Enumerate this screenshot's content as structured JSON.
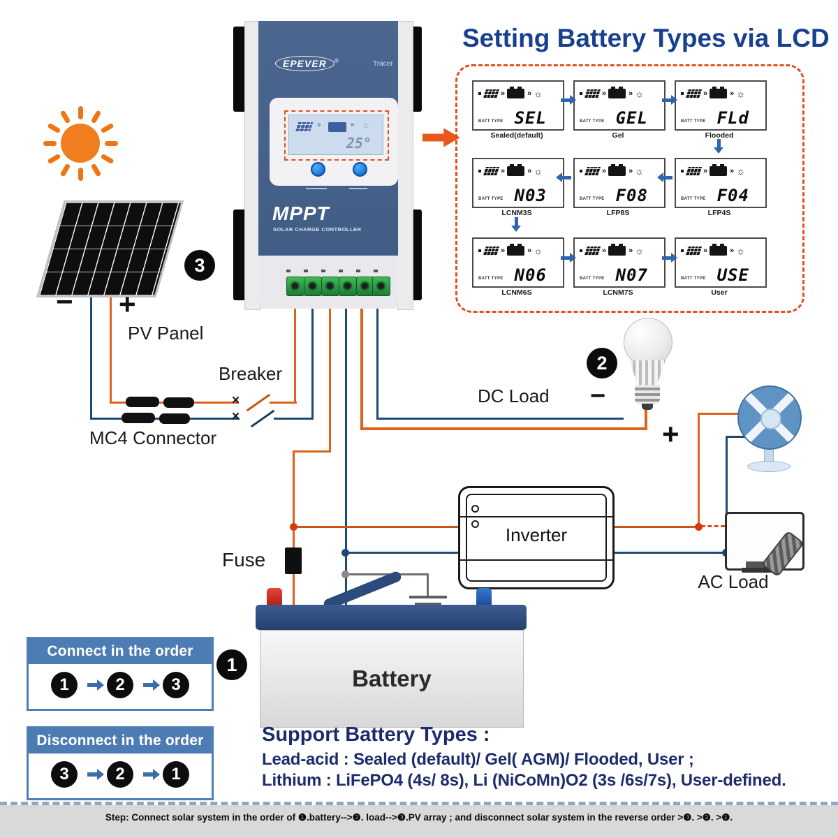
{
  "title": "Setting Battery Types via LCD",
  "icons": {
    "chevrons": "»",
    "sun_glyph": "☼",
    "x_mark": "×"
  },
  "controller": {
    "brand": "EPEVER",
    "reg": "®",
    "series": "Tracer",
    "lcd_temp": "25°",
    "model_label": "MPPT",
    "model_sub": "SOLAR CHARGE CONTROLLER"
  },
  "lcd_box": {
    "batt_type_label": "BATT TYPE",
    "rows": [
      {
        "cells": [
          {
            "value": "SEL",
            "label": "Sealed(default)"
          },
          {
            "value": "GEL",
            "label": "Gel"
          },
          {
            "value": "FLd",
            "label": "Flooded"
          }
        ]
      },
      {
        "cells": [
          {
            "value": "N03",
            "label": "LCNM3S"
          },
          {
            "value": "F08",
            "label": "LFP8S"
          },
          {
            "value": "F04",
            "label": "LFP4S"
          }
        ]
      },
      {
        "cells": [
          {
            "value": "N06",
            "label": "LCNM6S"
          },
          {
            "value": "N07",
            "label": "LCNM7S"
          },
          {
            "value": "USE",
            "label": "User"
          }
        ]
      }
    ]
  },
  "labels": {
    "pv_panel": "PV Panel",
    "breaker": "Breaker",
    "mc4_connector": "MC4 Connector",
    "dc_load": "DC Load",
    "fuse": "Fuse",
    "battery": "Battery",
    "inverter": "Inverter",
    "ac_load": "AC Load",
    "panel_minus": "−",
    "panel_plus": "+",
    "dc_minus": "−",
    "dc_plus": "+"
  },
  "badges": {
    "battery": "1",
    "dc_load": "2",
    "pv_panel": "3"
  },
  "connect_box": {
    "title": "Connect  in the order",
    "steps": [
      "1",
      "2",
      "3"
    ]
  },
  "disconnect_box": {
    "title": "Disconnect  in the order",
    "steps": [
      "3",
      "2",
      "1"
    ]
  },
  "support": {
    "heading": "Support Battery Types :",
    "line1": "Lead-acid : Sealed (default)/ Gel( AGM)/ Flooded, User ;",
    "line2": "Lithium : LiFePO4 (4s/ 8s), Li (NiCoMn)O2 (3s /6s/7s), User-defined."
  },
  "footer": {
    "step_text": "Step: Connect solar system in the order of ❶.battery-->❷. load-->❸.PV array ; and disconnect solar system in the reverse order >❸. >❷. >❶."
  },
  "colors": {
    "orange_wire": "#DD611C",
    "navy_wire": "#1D4A73",
    "dashed_box_orange": "#E2501E",
    "header_blue": "#4D7CB4",
    "title_navy": "#17418F",
    "text_navy": "#1C2C6B",
    "controller_navy": "#46618C",
    "terminal_green": "#2F9E44",
    "sun_orange": "#F07D1E"
  }
}
